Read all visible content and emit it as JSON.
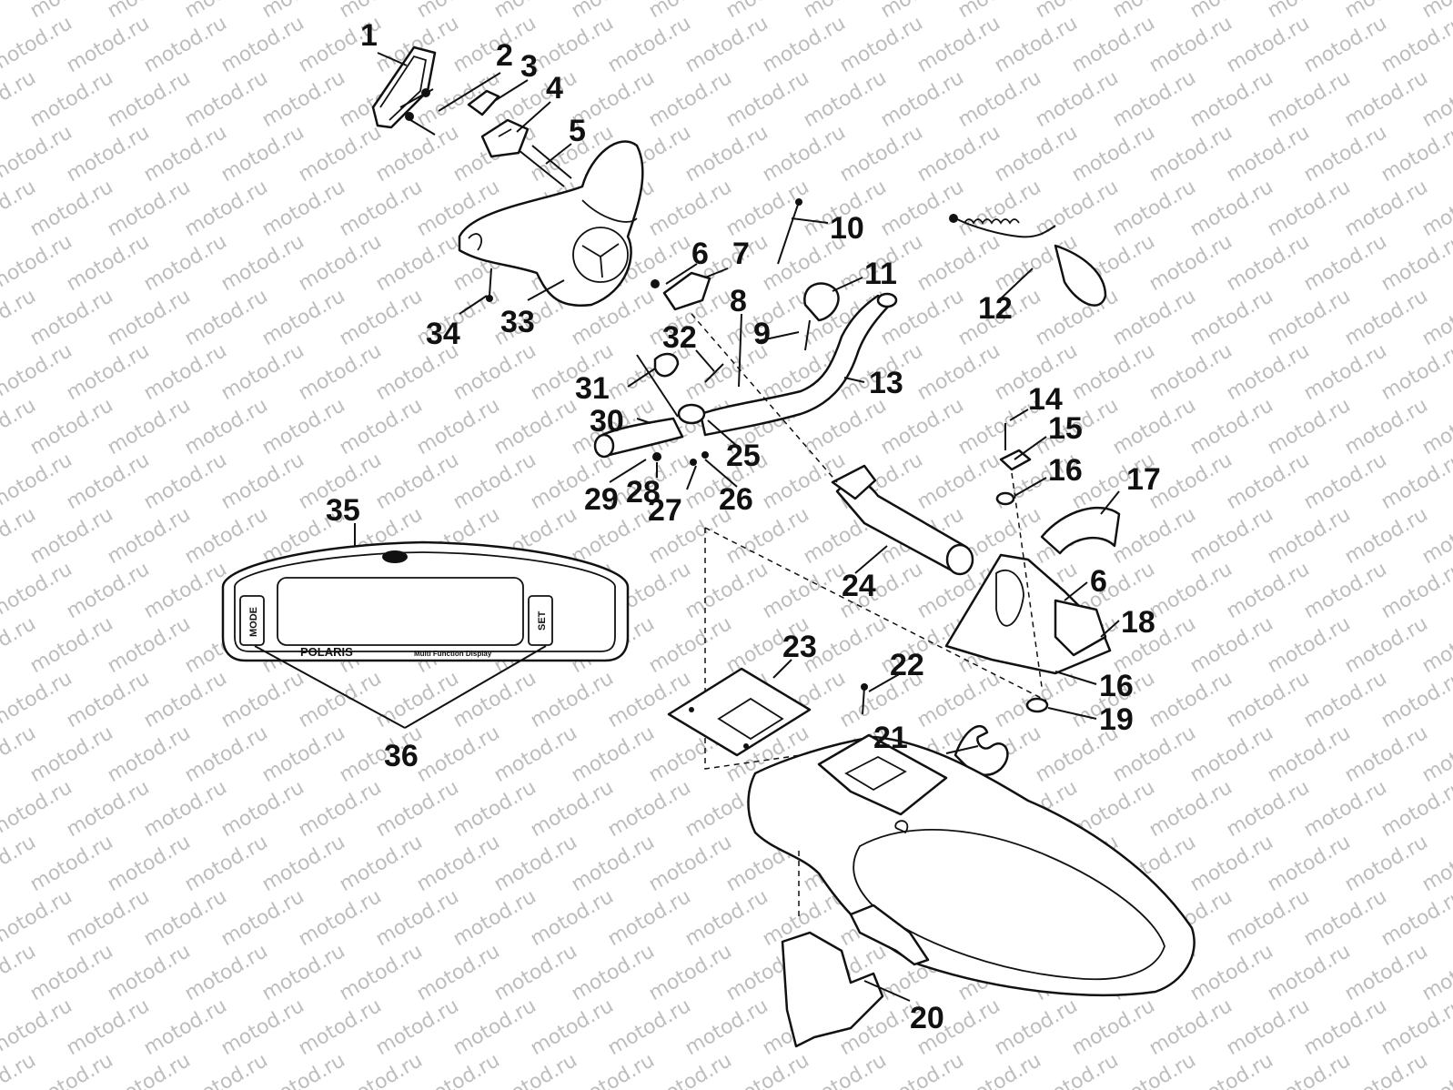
{
  "watermark": "motod.ru",
  "display": {
    "brand": "POLARIS",
    "subtitle": "Multi Function Display",
    "left_button": "MODE",
    "right_button": "SET"
  },
  "callouts": [
    {
      "id": "c1",
      "label": "1"
    },
    {
      "id": "c2",
      "label": "2"
    },
    {
      "id": "c3",
      "label": "3"
    },
    {
      "id": "c4",
      "label": "4"
    },
    {
      "id": "c5",
      "label": "5"
    },
    {
      "id": "c6a",
      "label": "6"
    },
    {
      "id": "c7",
      "label": "7"
    },
    {
      "id": "c8",
      "label": "8"
    },
    {
      "id": "c9",
      "label": "9"
    },
    {
      "id": "c10",
      "label": "10"
    },
    {
      "id": "c11",
      "label": "11"
    },
    {
      "id": "c12",
      "label": "12"
    },
    {
      "id": "c13",
      "label": "13"
    },
    {
      "id": "c14",
      "label": "14"
    },
    {
      "id": "c15",
      "label": "15"
    },
    {
      "id": "c16a",
      "label": "16"
    },
    {
      "id": "c17",
      "label": "17"
    },
    {
      "id": "c6b",
      "label": "6"
    },
    {
      "id": "c18",
      "label": "18"
    },
    {
      "id": "c16b",
      "label": "16"
    },
    {
      "id": "c19",
      "label": "19"
    },
    {
      "id": "c20",
      "label": "20"
    },
    {
      "id": "c21",
      "label": "21"
    },
    {
      "id": "c22",
      "label": "22"
    },
    {
      "id": "c23",
      "label": "23"
    },
    {
      "id": "c24",
      "label": "24"
    },
    {
      "id": "c25",
      "label": "25"
    },
    {
      "id": "c26",
      "label": "26"
    },
    {
      "id": "c27",
      "label": "27"
    },
    {
      "id": "c28",
      "label": "28"
    },
    {
      "id": "c29",
      "label": "29"
    },
    {
      "id": "c30",
      "label": "30"
    },
    {
      "id": "c31",
      "label": "31"
    },
    {
      "id": "c32",
      "label": "32"
    },
    {
      "id": "c33",
      "label": "33"
    },
    {
      "id": "c34",
      "label": "34"
    },
    {
      "id": "c35",
      "label": "35"
    },
    {
      "id": "c36",
      "label": "36"
    }
  ]
}
